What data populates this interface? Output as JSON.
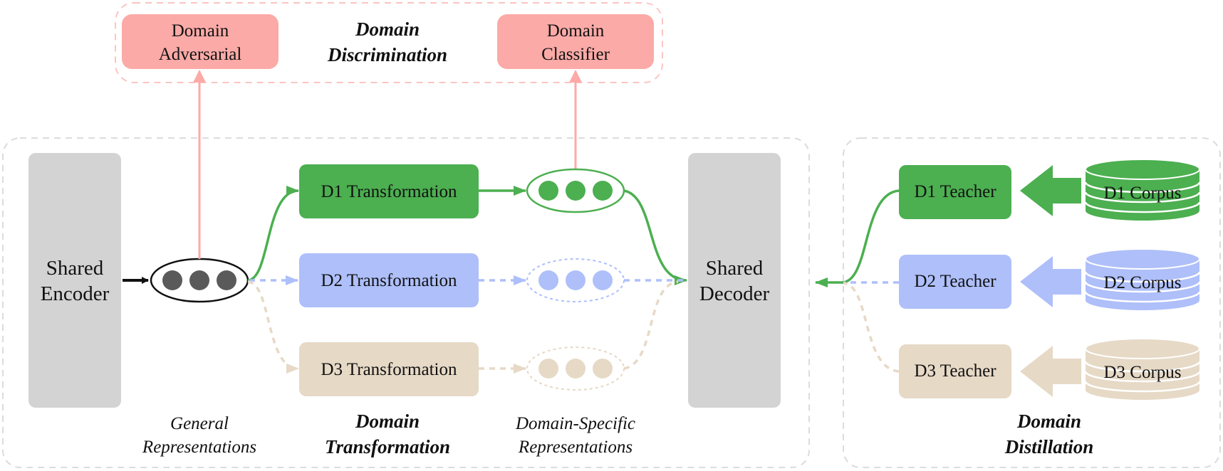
{
  "discrimination": {
    "title_line1": "Domain",
    "title_line2": "Discrimination",
    "adversarial_line1": "Domain",
    "adversarial_line2": "Adversarial",
    "classifier_line1": "Domain",
    "classifier_line2": "Classifier"
  },
  "encoder": {
    "line1": "Shared",
    "line2": "Encoder"
  },
  "decoder": {
    "line1": "Shared",
    "line2": "Decoder"
  },
  "transformations": [
    {
      "label": "D1 Transformation"
    },
    {
      "label": "D2 Transformation"
    },
    {
      "label": "D3 Transformation"
    }
  ],
  "teachers": [
    {
      "label": "D1 Teacher"
    },
    {
      "label": "D2 Teacher"
    },
    {
      "label": "D3 Teacher"
    }
  ],
  "corpora": [
    {
      "label": "D1 Corpus"
    },
    {
      "label": "D2 Corpus"
    },
    {
      "label": "D3 Corpus"
    }
  ],
  "captions": {
    "general_line1": "General",
    "general_line2": "Representations",
    "transformation_line1": "Domain",
    "transformation_line2": "Transformation",
    "specific_line1": "Domain-Specific",
    "specific_line2": "Representations",
    "distillation_line1": "Domain",
    "distillation_line2": "Distillation"
  },
  "colors": {
    "d1": "#4caf50",
    "d2": "#aebffa",
    "d3": "#e6d9c6",
    "discrimination": "#fbaaa7",
    "gray_block": "#d3d3d3",
    "dashed_frame": "#dcdcdc",
    "node_dark": "#5a5a5a"
  }
}
